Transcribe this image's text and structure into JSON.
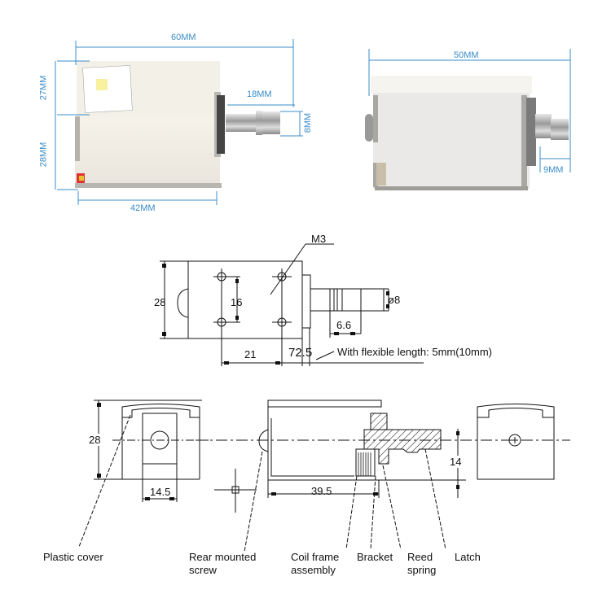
{
  "photo_left": {
    "dims": {
      "overall_length": "60MM",
      "top_height": "27MM",
      "bottom_height": "28MM",
      "body_length": "42MM",
      "plunger_length": "18MM",
      "plunger_diameter": "8MM"
    }
  },
  "photo_right": {
    "dims": {
      "overall_length": "50MM",
      "plunger_extension": "9MM"
    }
  },
  "top_drawing": {
    "thread_label": "M3",
    "height": "28",
    "hole_spacing_v": "16",
    "hole_spacing_h": "21",
    "overall_length": "72.5",
    "groove_width": "6.6",
    "plunger_diameter": "ø8",
    "note": "With flexible length: 5mm(10mm)"
  },
  "bottom_drawing": {
    "end_view_height": "28",
    "end_view_width": "14.5",
    "body_length": "39.5",
    "plunger_offset": "14"
  },
  "callouts": [
    {
      "text": "Plastic cover"
    },
    {
      "line1": "Rear mounted",
      "line2": "screw"
    },
    {
      "line1": "Coil frame",
      "line2": "assembly"
    },
    {
      "text": "Bracket"
    },
    {
      "line1": "Reed",
      "line2": "spring"
    },
    {
      "text": "Latch"
    }
  ],
  "colors": {
    "dimension_blue": "#3a8cc8",
    "body_white": "#f3f0ea",
    "metal": "#b8b8b8"
  }
}
